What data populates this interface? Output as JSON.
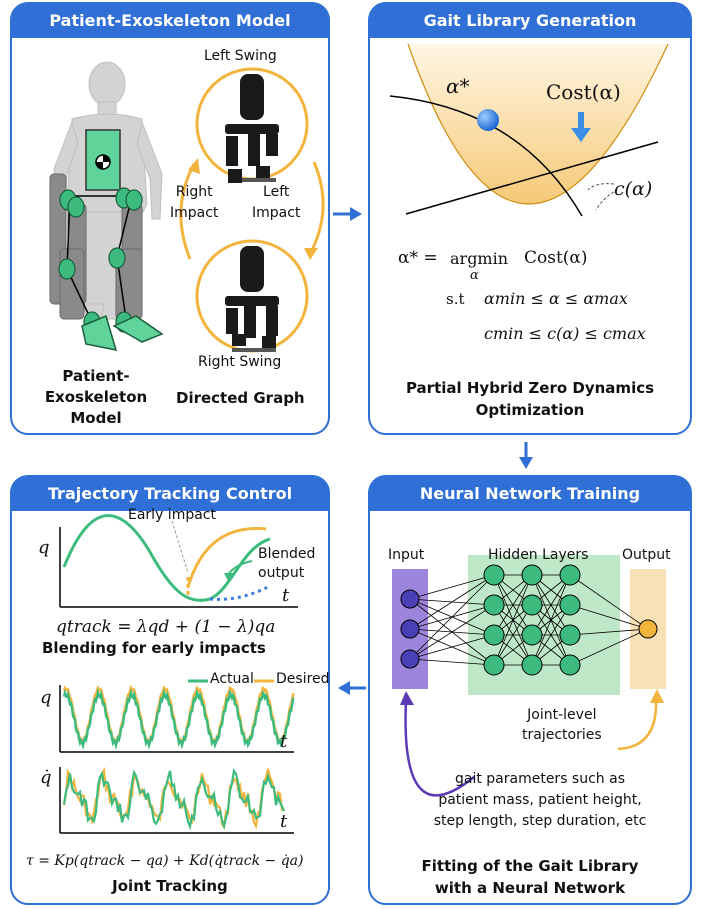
{
  "panels": {
    "model": {
      "title": "Patient-Exoskeleton Model",
      "left_swing": "Left Swing",
      "right_impact": "Right\nImpact",
      "left_impact": "Left\nImpact",
      "right_swing": "Right Swing",
      "caption_model": "Patient-\nExoskeleton\nModel",
      "caption_graph": "Directed Graph"
    },
    "gait": {
      "title": "Gait Library Generation",
      "alpha_star": "α*",
      "cost": "Cost(α)",
      "c_alpha": "c(α)",
      "eq1_lhs": "α* =",
      "eq1_op": "argmin",
      "eq1_sub": "α",
      "eq1_rhs": "Cost(α)",
      "eq2_st": "s.t",
      "eq2": "αmin ≤ α ≤ αmax",
      "eq3": "cmin ≤ c(α) ≤ cmax",
      "caption": "Partial Hybrid Zero Dynamics\nOptimization"
    },
    "tracking": {
      "title": "Trajectory Tracking Control",
      "early_impact": "Early impact",
      "blended_output": "Blended\noutput",
      "q": "q",
      "t": "t",
      "blend_eq": "qtrack = λqd + (1 − λ)qa",
      "blend_caption": "Blending for early impacts",
      "legend_actual": "Actual",
      "legend_desired": "Desired",
      "q_plot": "q",
      "qdot_plot": "q̇",
      "t2": "t",
      "t3": "t",
      "torque_eq": "τ = Kp(qtrack − qa) + Kd(q̇track − q̇a)",
      "caption": "Joint Tracking"
    },
    "nn": {
      "title": "Neural Network Training",
      "input": "Input",
      "hidden": "Hidden Layers",
      "output": "Output",
      "joint_level": "Joint-level\ntrajectories",
      "gait_params": "gait parameters such as\npatient mass, patient height,\nstep length, step duration, etc",
      "caption": "Fitting of the Gait Library\nwith a Neural Network"
    }
  },
  "colors": {
    "blue": "#2f6fd6",
    "green": "#3dbb7e",
    "orange": "#f2b43c",
    "purple": "#9b86db",
    "mint": "#bfe8c8"
  }
}
